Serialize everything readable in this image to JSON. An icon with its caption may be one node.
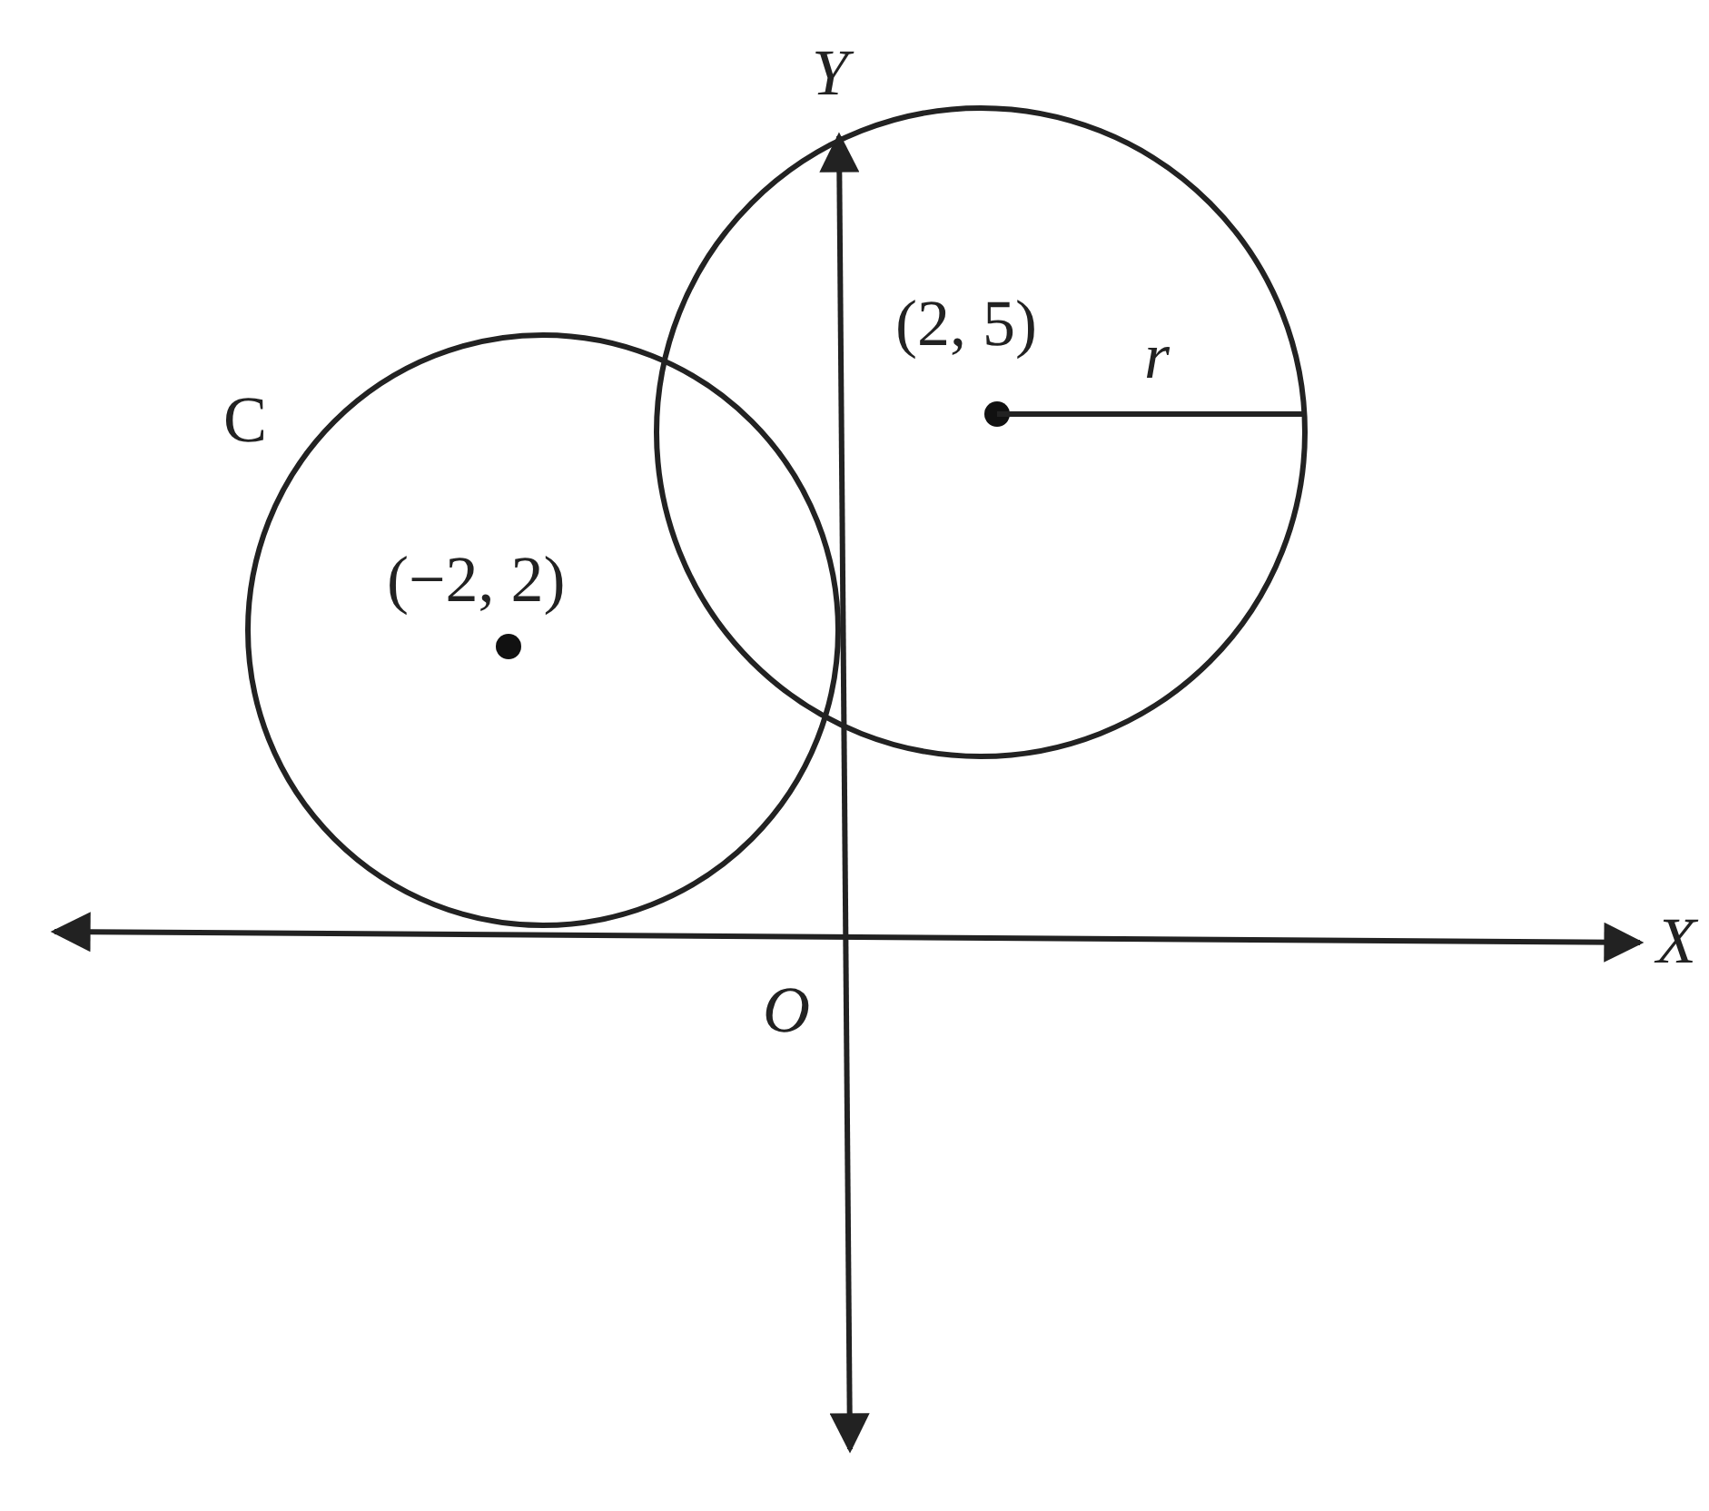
{
  "diagram": {
    "nodes": [
      {
        "text": [
          "(−2, 2)"
        ],
        "beside": [
          "C"
        ]
      },
      {
        "text": [
          "(2, 5)",
          "r"
        ]
      }
    ],
    "labels": [
      "Y",
      "X",
      "O"
    ]
  }
}
